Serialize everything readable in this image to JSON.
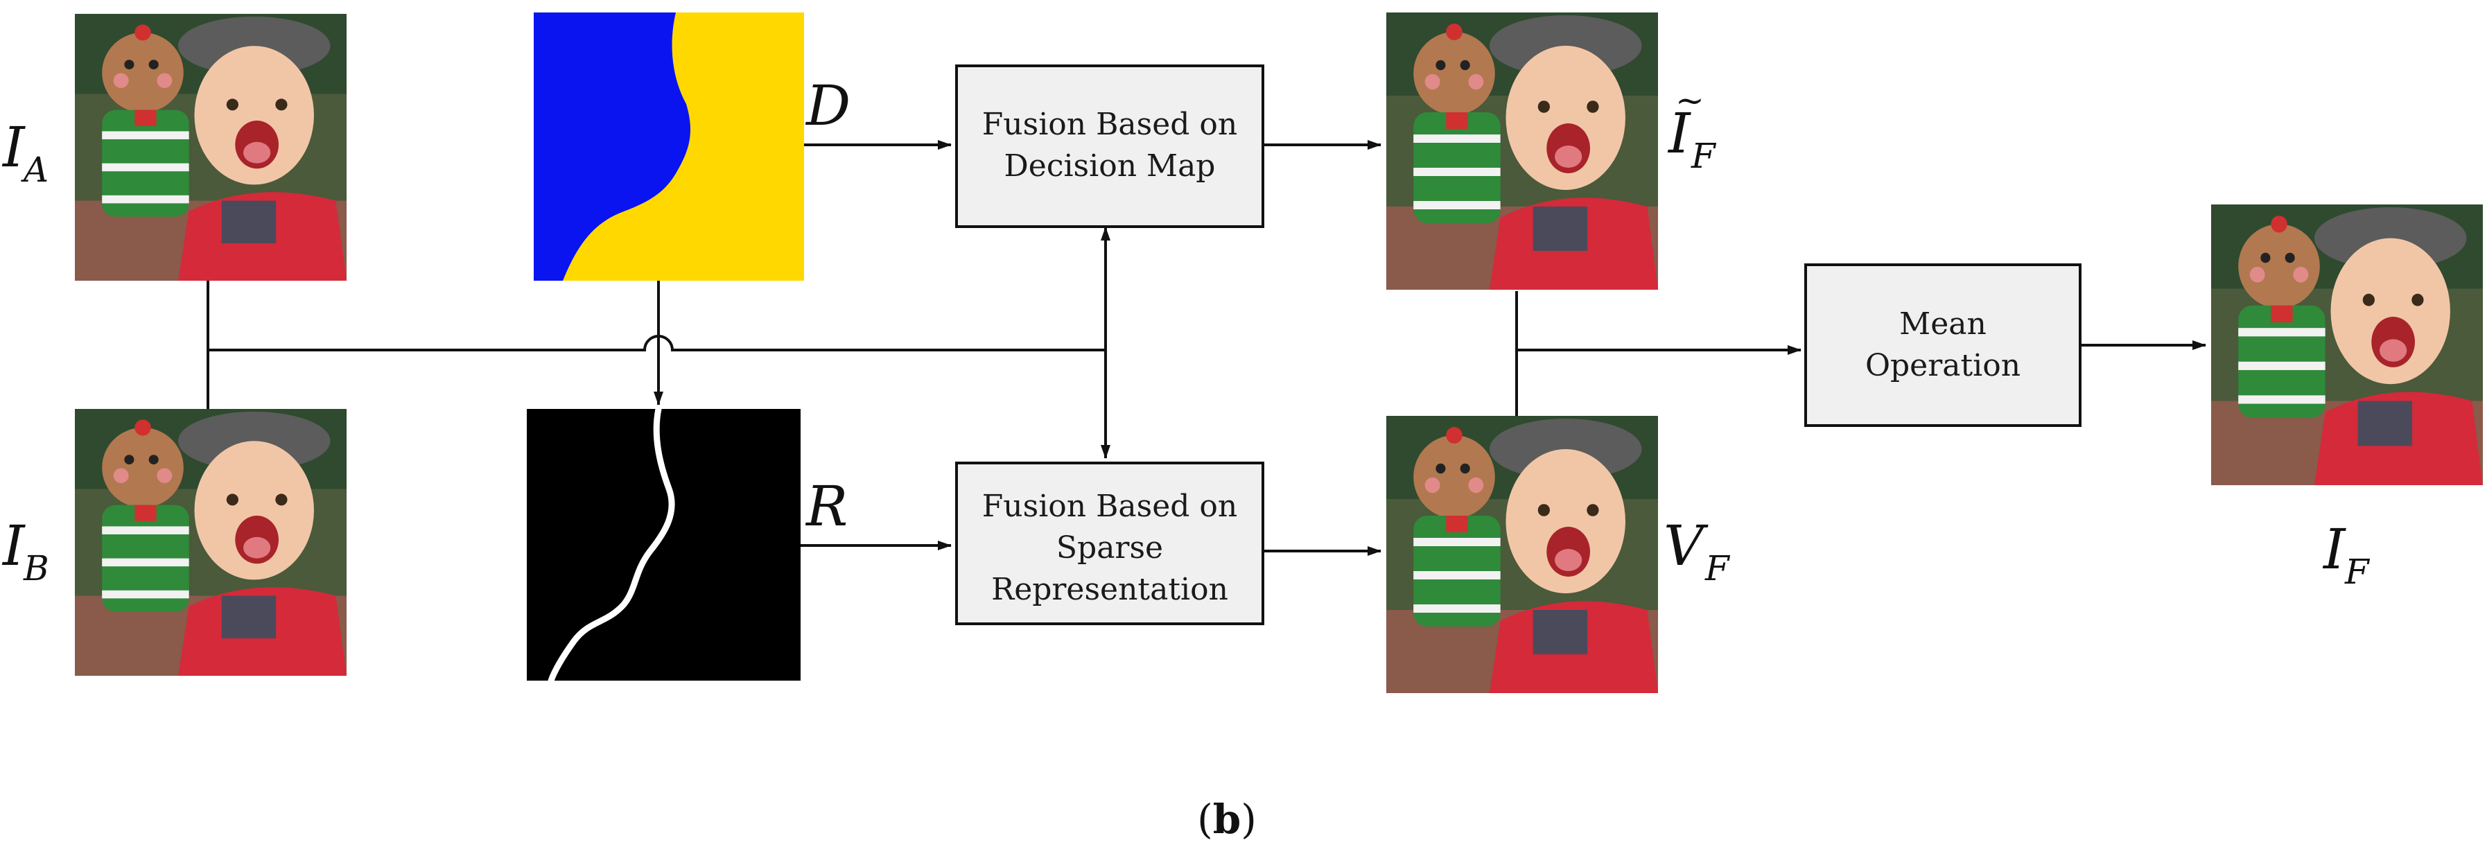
{
  "figure": {
    "caption_open": "(",
    "caption_letter": "b",
    "caption_close": ")"
  },
  "images": {
    "input_a": {
      "label": "I",
      "subscript": "A"
    },
    "input_b": {
      "label": "I",
      "subscript": "B"
    },
    "decision_map": {
      "label": "D"
    },
    "boundary_map": {
      "label": "R"
    },
    "fused_decision": {
      "label": "I",
      "subscript": "F",
      "accent": "~"
    },
    "fused_sparse": {
      "label": "V",
      "subscript": "F"
    },
    "final_output": {
      "label": "I",
      "subscript": "F"
    }
  },
  "boxes": {
    "decision_fusion": {
      "line1": "Fusion Based on",
      "line2": "Decision Map"
    },
    "sparse_fusion": {
      "line1": "Fusion Based on",
      "line2": "Sparse",
      "line3": "Representation"
    },
    "mean": {
      "line1": "Mean",
      "line2": "Operation"
    }
  },
  "colors": {
    "box_fill": "#f0f0f0",
    "decision_blue": "#0a14f0",
    "decision_yellow": "#ffd800",
    "boundary_black": "#000000",
    "boundary_white": "#ffffff"
  }
}
